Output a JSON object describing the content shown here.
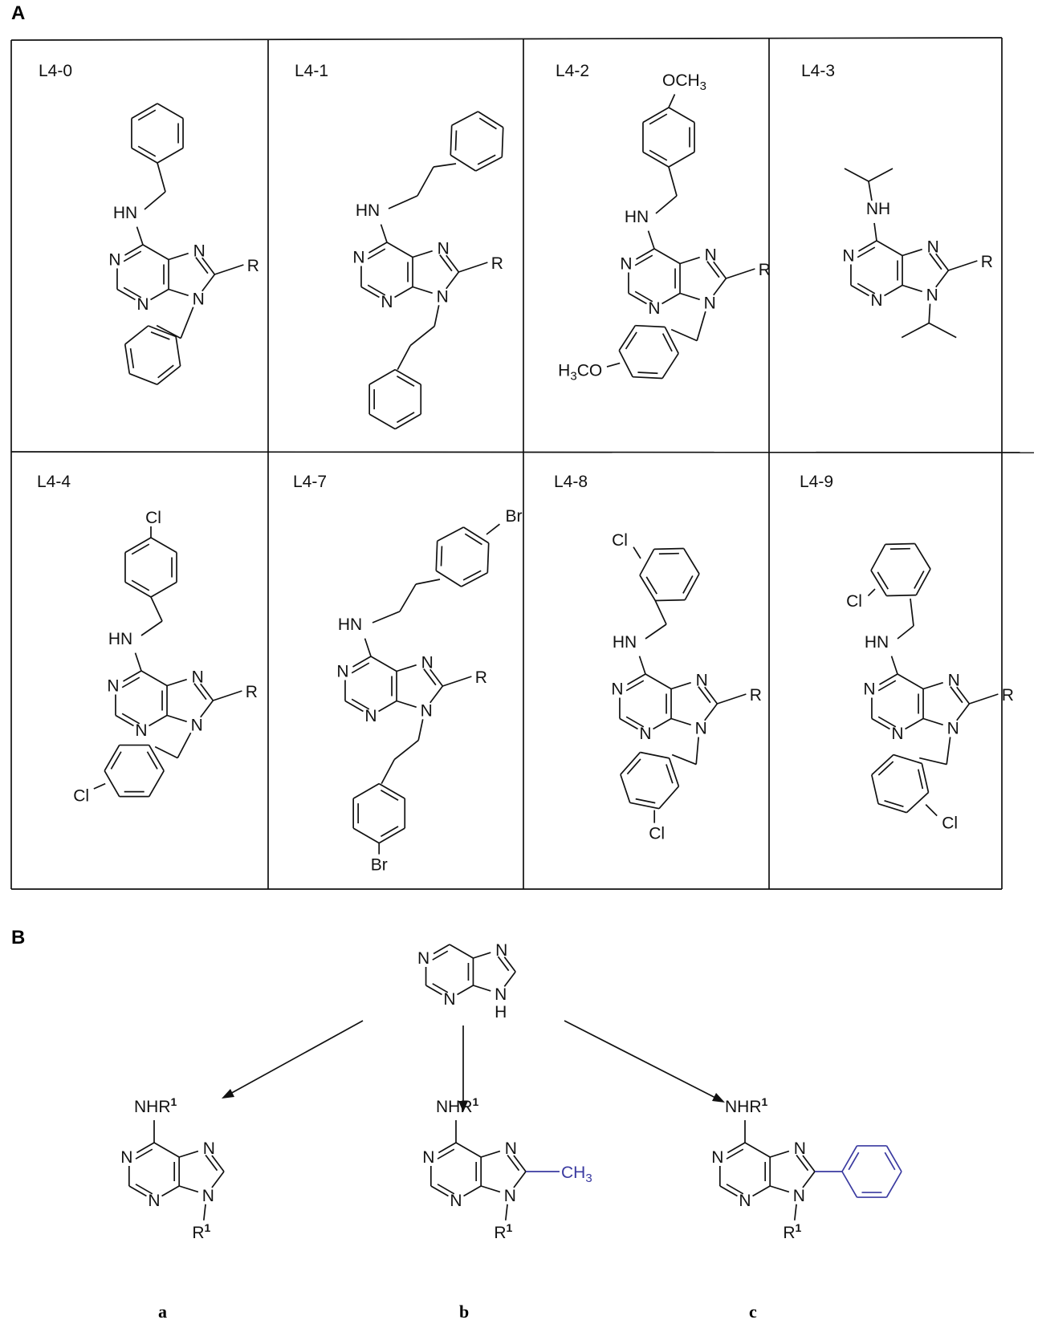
{
  "panels": {
    "a": "A",
    "b": "B"
  },
  "grid_labels": [
    "L4-0",
    "L4-1",
    "L4-2",
    "L4-3",
    "L4-4",
    "L4-7",
    "L4-8",
    "L4-9"
  ],
  "atoms": {
    "N": "N",
    "HN": "HN",
    "NH": "NH",
    "H": "H",
    "R": "R",
    "Cl": "Cl",
    "Br": "Br",
    "OCH": "OCH",
    "H3CO_main": "CO",
    "three": "3",
    "NHR": "NHR",
    "R1": "R",
    "one": "1",
    "CH": "CH"
  },
  "captions": {
    "a": "a",
    "b": "b",
    "c": "c"
  },
  "colors": {
    "line": "#111111",
    "highlight": "#3a3aa0"
  }
}
